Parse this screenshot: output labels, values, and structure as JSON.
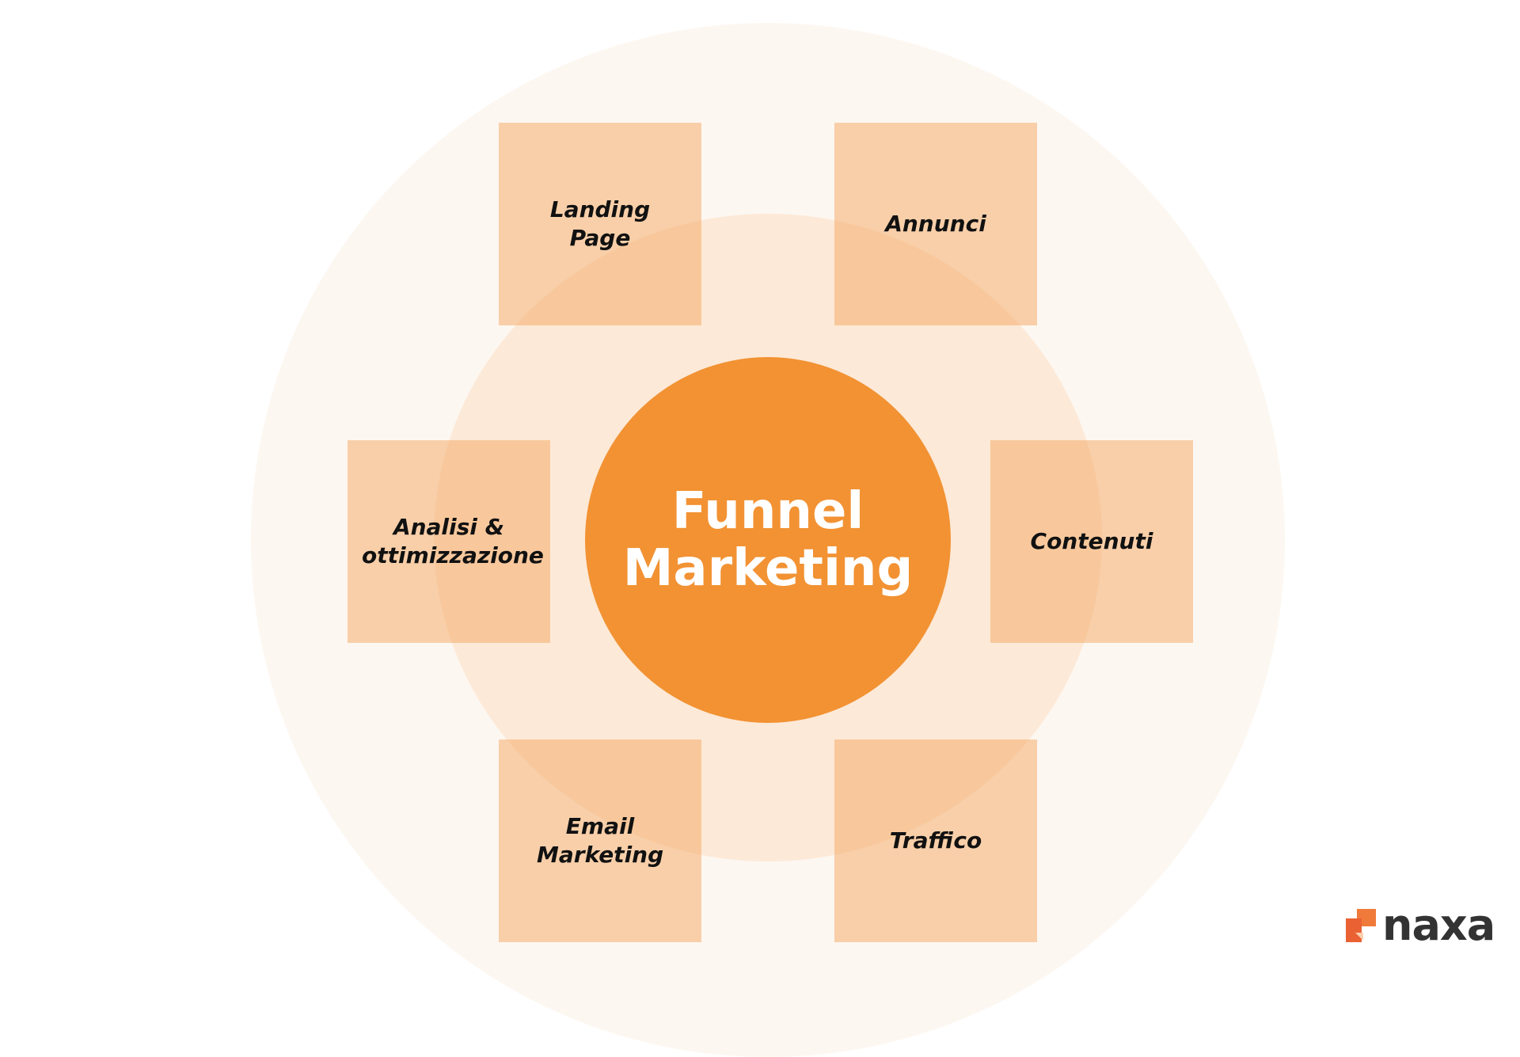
{
  "center": {
    "line1": "Funnel",
    "line2": "Marketing"
  },
  "items": [
    {
      "label": "Landing Page"
    },
    {
      "label": "Annunci"
    },
    {
      "label": "Analisi & ottimizzazione"
    },
    {
      "label": "Contenuti"
    },
    {
      "label": "Email Marketing"
    },
    {
      "label": "Traffico"
    }
  ],
  "logo": {
    "text": "naxa"
  },
  "colors": {
    "accent": "#f29233",
    "box": "#f8d1a9",
    "ring_inner": "#fde9d7",
    "ring_outer": "#fdf7f1",
    "logo_orange": "#ee6b35"
  }
}
